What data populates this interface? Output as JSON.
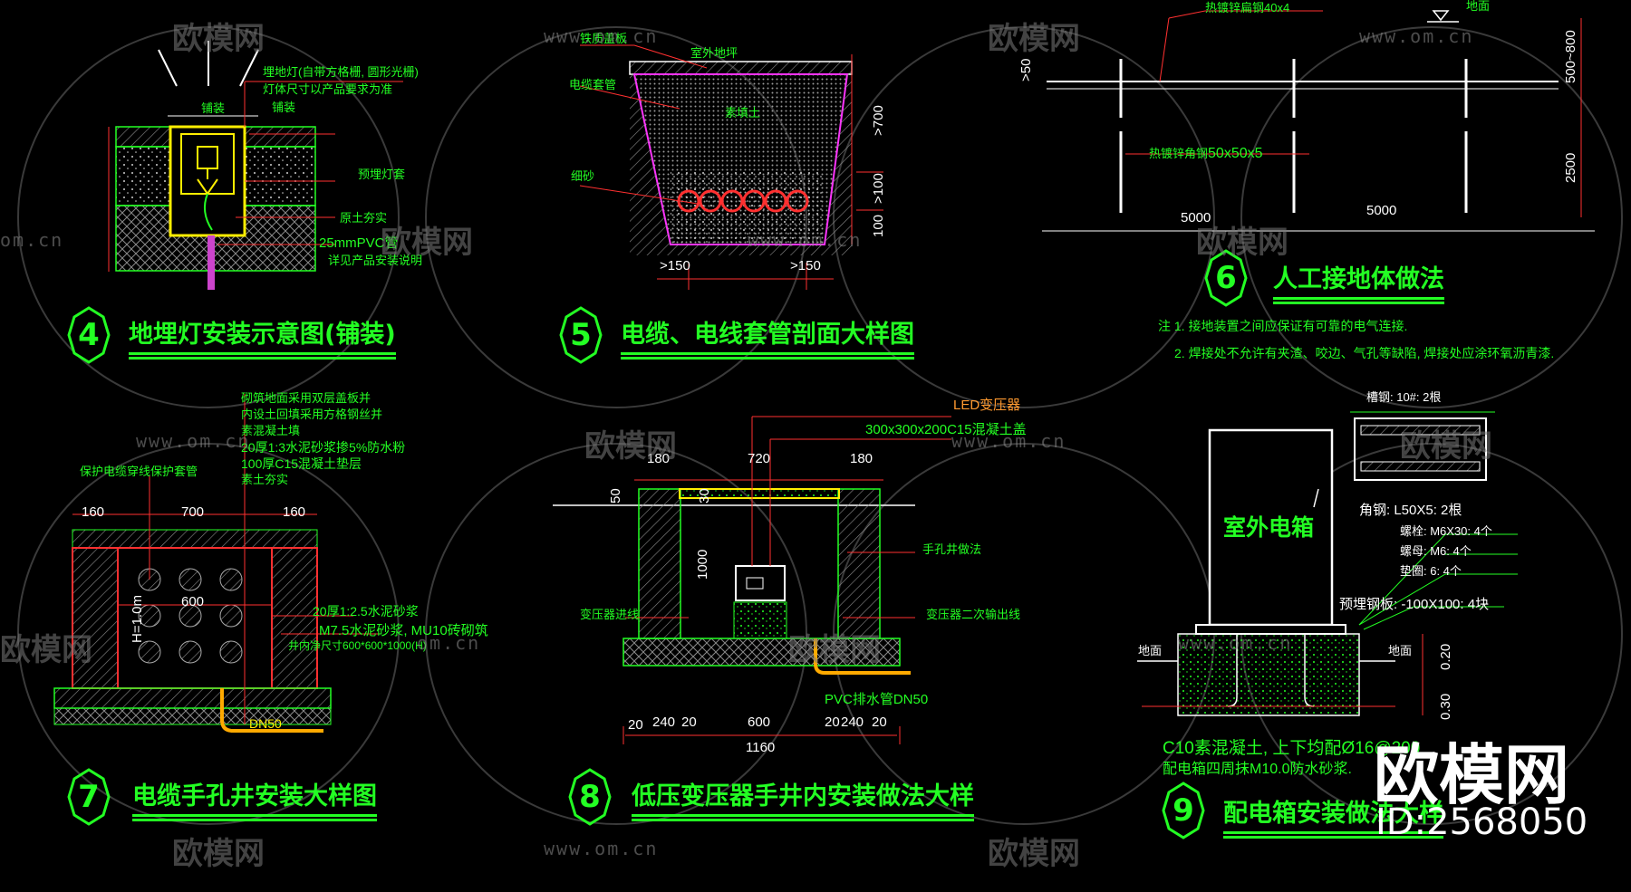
{
  "titles": {
    "d4": {
      "num": "4",
      "text": "地埋灯安装示意图(铺装)"
    },
    "d5": {
      "num": "5",
      "text": "电缆、电线套管剖面大样图"
    },
    "d6": {
      "num": "6",
      "text": "人工接地体做法"
    },
    "d7": {
      "num": "7",
      "text": "电缆手孔井安装大样图"
    },
    "d8": {
      "num": "8",
      "text": "低压变压器手井内安装做法大样"
    },
    "d9": {
      "num": "9",
      "text": "配电箱安装做法大样"
    }
  },
  "d4": {
    "top_note_1": "埋地灯(自带方格栅, 圆形光栅)",
    "top_note_2": "灯体尺寸以产品要求为准",
    "pave": "铺装",
    "dim_top": "铺装",
    "l3": "预埋灯套",
    "l4": "原土夯实",
    "l5": "25mmPVC管",
    "l6": "详见产品安装说明"
  },
  "d5": {
    "l1": "铁质盖板",
    "l2": "电缆套管",
    "l3": "细砂",
    "top": "室外地坪",
    "fill": "素填土",
    "dim_700": ">700",
    "dim_mid": ">100",
    "dim_low": "100",
    "bot_l": ">150",
    "bot_r": ">150"
  },
  "d6": {
    "flat": "热镀锌扁钢40x4",
    "grade": "地面",
    "angle_1": "热镀锌角钢",
    "angle_2": "50x50x5",
    "d50": ">50",
    "d500": "500~800",
    "d2500": "2500",
    "d5000a": "5000",
    "d5000b": "5000",
    "note1": "注 1. 接地装置之间应保证有可靠的电气连接.",
    "note2": "2. 焊接处不允许有夹渣、咬边、气孔等缺陷, 焊接处应涂环氧沥青漆."
  },
  "d7": {
    "n1": "砌筑地面采用双层盖板并",
    "n2": "内设土回填采用方格钢丝并",
    "n3": "素混凝土填",
    "n4": "20厚1:3水泥砂浆掺5%防水粉",
    "n5": "100厚C15混凝土垫层",
    "n6": "素土夯实",
    "left": "保护电缆穿线保护套管",
    "d160a": "160",
    "d700": "700",
    "d160b": "160",
    "d600": "600",
    "h": "H=1.0m",
    "r1": "20厚1:2.5水泥砂浆",
    "r2": "M7.5水泥砂浆, MU10砖砌筑",
    "r3": "井内净尺寸600*600*1000(H)",
    "pipe": "DN50"
  },
  "d8": {
    "led": "LED变压器",
    "cover": "300x300x200C15混凝土盖",
    "d180a": "180",
    "d720": "720",
    "d180b": "180",
    "d50": "50",
    "d30": "30",
    "d1000": "1000",
    "r1": "手孔井做法",
    "l1": "变压器进线",
    "r2": "变压器二次输出线",
    "pvc": "PVC排水管DN50",
    "b1": "20",
    "b2": "240",
    "b3": "20",
    "b4": "600",
    "b5": "20",
    "b6": "240",
    "b7": "20",
    "total": "1160"
  },
  "d9": {
    "box": "室外电箱",
    "t1": "槽钢: 10#: 2根",
    "t2": "角钢: L50X5: 2根",
    "t3": "螺栓: M6X30: 4个",
    "t4": "螺母: M6: 4个",
    "t5": "垫圈: 6: 4个",
    "t6": "预埋钢板: -100X100: 4块",
    "ground_l": "地面",
    "ground_r": "地面",
    "d020": "0.20",
    "d030": "0.30",
    "c1": "C10素混凝土, 上下均配Ø16@200",
    "c2": "配电箱四周抹M10.0防水砂浆."
  },
  "watermarks": {
    "cn": "欧模网",
    "url": "www.om.cn",
    "url_short": "om.cn"
  },
  "brand": {
    "name": "欧模网",
    "id": "ID:2568050"
  },
  "colors": {
    "background": "#000000",
    "line_green": "#23ff23",
    "line_white": "#ffffff",
    "line_red": "#ff3030",
    "line_yellow": "#ffee00",
    "line_magenta": "#ff33ff",
    "hatch_gray": "#7a7a7a"
  }
}
